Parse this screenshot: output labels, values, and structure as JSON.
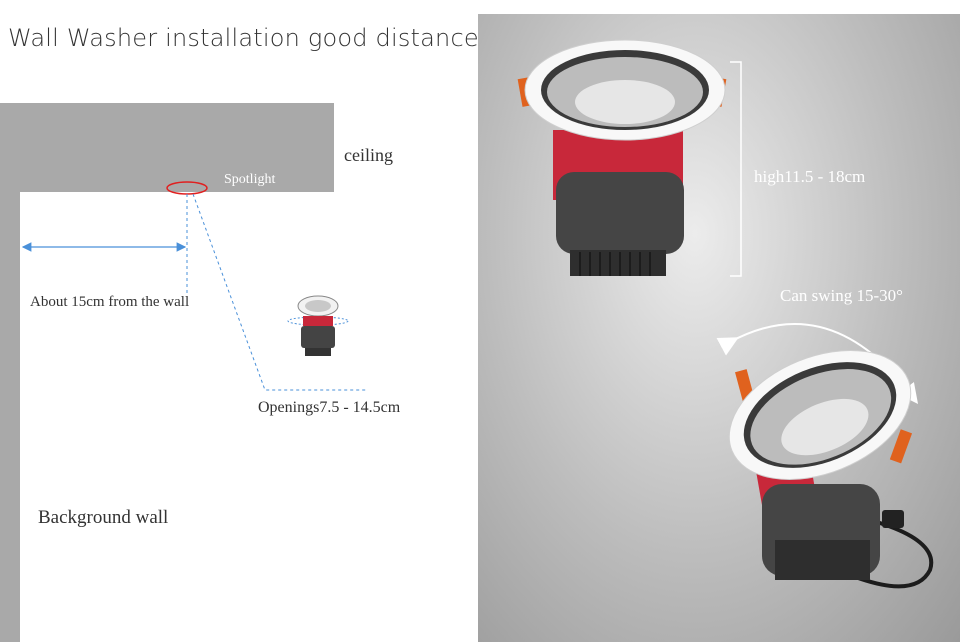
{
  "title": "Wall Washer installation good distance",
  "labels": {
    "ceiling": "ceiling",
    "spotlight": "Spotlight",
    "distance_from_wall": "About 15cm from the wall",
    "openings": "Openings7.5 - 14.5cm",
    "background_wall": "Background wall",
    "height": "high11.5 - 18cm",
    "swing": "Can swing 15-30°"
  },
  "colors": {
    "ceiling_wall": "#a9a9a9",
    "dimension_line": "#4a90d9",
    "spotlight_ring": "#e02020",
    "housing_red": "#c8283a",
    "heatsink": "#3c3c3c"
  }
}
